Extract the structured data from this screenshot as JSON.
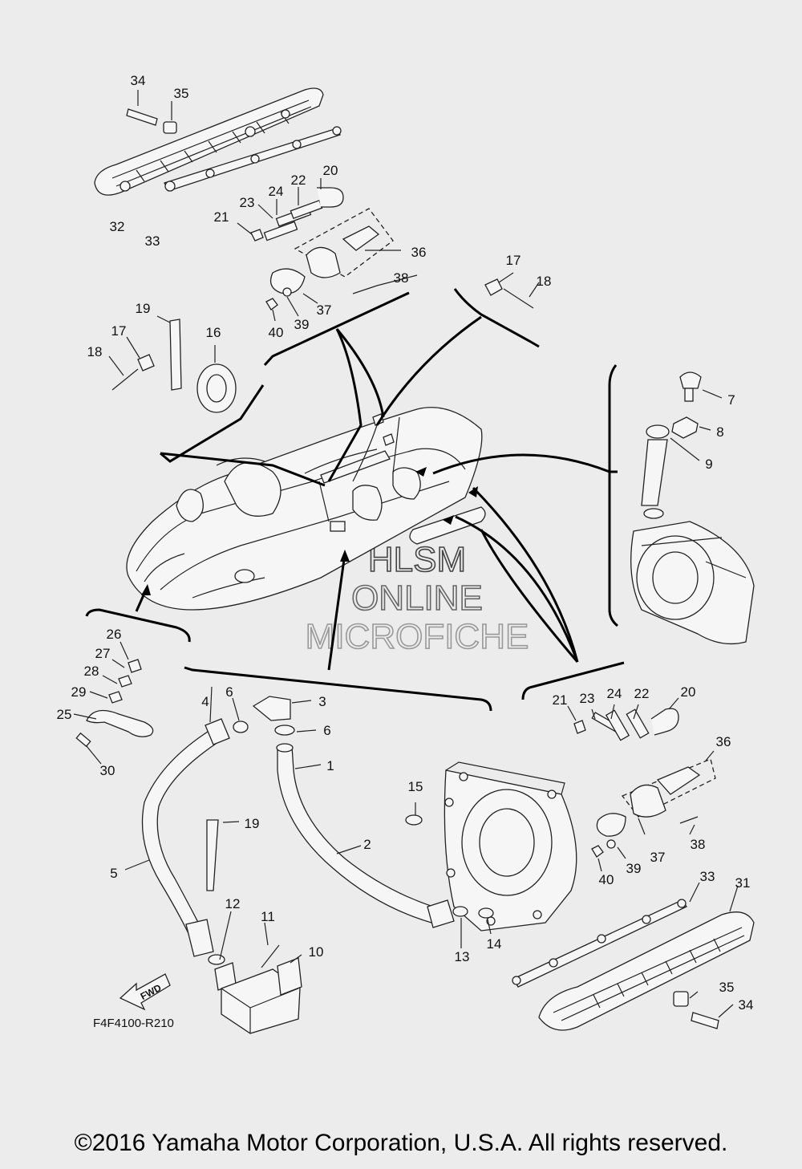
{
  "diagram": {
    "figure_code": "F4F4100-R210",
    "fwd_label": "FWD",
    "watermark": [
      "HLSM",
      "ONLINE",
      "MICROFICHE"
    ],
    "copyright": "©2016 Yamaha Motor Corporation, U.S.A. All rights reserved.",
    "callouts": {
      "c34a": "34",
      "c35a": "35",
      "c32": "32",
      "c33a": "33",
      "c20a": "20",
      "c22a": "22",
      "c24a": "24",
      "c23a": "23",
      "c21a": "21",
      "c36a": "36",
      "c38a": "38",
      "c37a": "37",
      "c39a": "39",
      "c40a": "40",
      "c17a": "17",
      "c18a": "18",
      "c19a": "19",
      "c17b": "17",
      "c18b": "18",
      "c16": "16",
      "c7": "7",
      "c8": "8",
      "c9": "9",
      "c26": "26",
      "c27": "27",
      "c28": "28",
      "c29": "29",
      "c25": "25",
      "c30": "30",
      "c4": "4",
      "c6a": "6",
      "c3": "3",
      "c6b": "6",
      "c1": "1",
      "c19b": "19",
      "c5": "5",
      "c2": "2",
      "c15": "15",
      "c12": "12",
      "c11": "11",
      "c10": "10",
      "c13": "13",
      "c14": "14",
      "c21b": "21",
      "c23b": "23",
      "c24b": "24",
      "c22b": "22",
      "c20b": "20",
      "c36b": "36",
      "c38b": "38",
      "c37b": "37",
      "c39b": "39",
      "c40b": "40",
      "c33b": "33",
      "c31": "31",
      "c35b": "35",
      "c34b": "34"
    }
  }
}
